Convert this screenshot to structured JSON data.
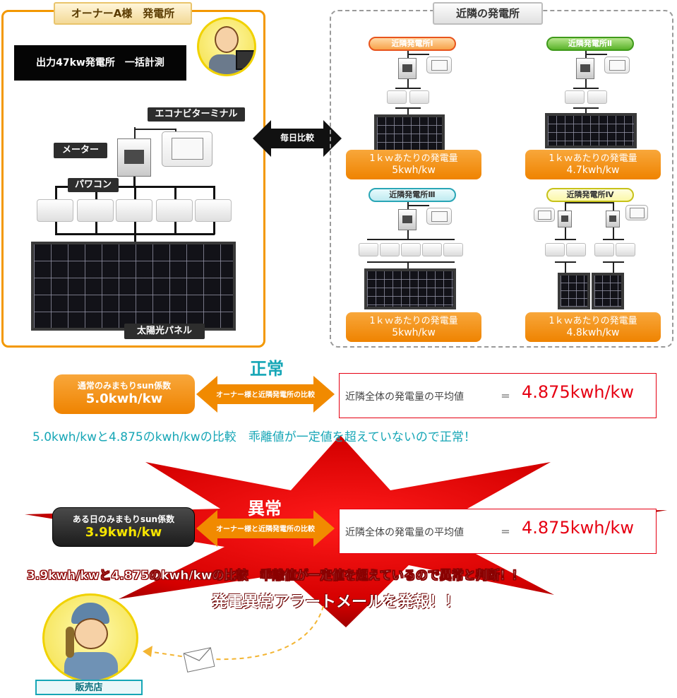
{
  "owner": {
    "title": "オーナーA様　発電所",
    "banner": "出力47kw発電所　一括計測",
    "terminal_label": "エコナビターミナル",
    "meter_label": "メーター",
    "pcs_label": "パワコン",
    "panel_label": "太陽光パネル"
  },
  "compare_label": "毎日比較",
  "neighbors": {
    "title": "近隣の発電所",
    "plants": [
      {
        "name": "近隣発電所Ⅰ",
        "rate_label": "1ｋｗあたりの発電量",
        "rate_value": "5kwh/kw",
        "tag_color": "#e8541c",
        "tag_bg": "#f7a24a"
      },
      {
        "name": "近隣発電所Ⅱ",
        "rate_label": "1ｋｗあたりの発電量",
        "rate_value": "4.7kwh/kw",
        "tag_color": "#3f9a1b",
        "tag_bg": "#6fc13a"
      },
      {
        "name": "近隣発電所Ⅲ",
        "rate_label": "1ｋｗあたりの発電量",
        "rate_value": "5kwh/kw",
        "tag_color": "#2aa6b6",
        "tag_bg": "#bfeaf0"
      },
      {
        "name": "近隣発電所Ⅳ",
        "rate_label": "1ｋｗあたりの発電量",
        "rate_value": "4.8kwh/kw",
        "tag_color": "#c7c21a",
        "tag_bg": "#fbf8a8"
      }
    ]
  },
  "normal": {
    "heading": "正常",
    "coef_label": "通常のみまもりsun係数",
    "coef_value": "5.0kwh/kw",
    "arrow_text": "オーナー様と近隣発電所の比較",
    "avg_label": "近隣全体の発電量の平均値",
    "avg_eq": "＝",
    "avg_value": "4.875kwh/kw",
    "message": "5.0kwh/kwと4.875のkwh/kwの比較　乖離値が一定値を超えていないので正常！"
  },
  "abnormal": {
    "heading": "異常",
    "coef_label": "ある日のみまもりsun係数",
    "coef_value": "3.9kwh/kw",
    "arrow_text": "オーナー様と近隣発電所の比較",
    "avg_label": "近隣全体の発電量の平均値",
    "avg_eq": "＝",
    "avg_value": "4.875kwh/kw",
    "message": "3.9kwh/kwと4.875のkwh/kwの比較　乖離値が一定値を超えているので異常と判断！！",
    "alert": "発電異常アラートメールを発報！！"
  },
  "dealer": {
    "label": "販売店"
  },
  "colors": {
    "orange": "#f39800",
    "red": "#e60012",
    "teal": "#16a6b6",
    "dark_red": "#c40000"
  }
}
